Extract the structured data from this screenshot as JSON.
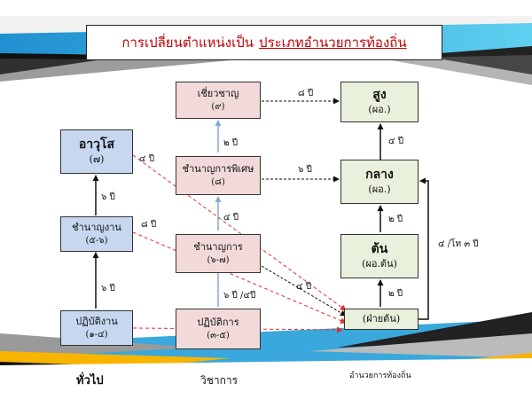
{
  "title": {
    "main": "การเปลี่ยนตำแหน่งเป็น",
    "underlined": "ประเภทอำนวยการท้องถิ่น"
  },
  "nodes": {
    "aawuso": {
      "name": "อาวุโส",
      "level": "(๗)"
    },
    "chamnanngan": {
      "name": "ชำนาญงาน",
      "level": "(๕-๖)"
    },
    "patibatingan": {
      "name": "ปฏิบัติงาน",
      "level": "(๑-๔)"
    },
    "chiaochan": {
      "name": "เชี่ยวชาญ",
      "level": "(๙)"
    },
    "chamnankan_phiset": {
      "name": "ชำนาญการพิเศษ",
      "level": "(๘)"
    },
    "chamnankan": {
      "name": "ชำนาญการ",
      "level": "(๖-๗)"
    },
    "patibatkan": {
      "name": "ปฏิบัติการ",
      "level": "(๓-๕)"
    },
    "sung": {
      "name": "สูง",
      "level": "(ผอ.)"
    },
    "klang": {
      "name": "กลาง",
      "level": "(ผอ.)"
    },
    "ton": {
      "name": "ต้น",
      "level": "(ผอ.ต้น)"
    },
    "faiton": {
      "name": "(ฝ่ายต้น)"
    }
  },
  "labels": {
    "l1": "๖ ปี",
    "l2": "๖ ปี",
    "l3": "๔ ปี",
    "l4": "๘ ปี",
    "l5": "๒ ปี",
    "l6": "๔ ปี",
    "l7": "๖ ปี /๔ปี",
    "l8": "๘ ปี",
    "l9": "๖ ปี",
    "l10": "๔ ปี",
    "l11": "๔ ปี",
    "l12": "๒ ปี",
    "l13": "๒ ปี",
    "l14": "๔ /โท ๓ ปี"
  },
  "columns": {
    "general": "ทั่วไป",
    "academic": "วิชาการ",
    "admin": "อำนวยการท้องถิ่น"
  },
  "colors": {
    "title_text": "#c00000",
    "blue_box": "#c6d7ef",
    "pink_box": "#f2dada",
    "green_box": "#e9f0dc",
    "red_line": "#e03030",
    "blue_line": "#7fa8d8"
  }
}
